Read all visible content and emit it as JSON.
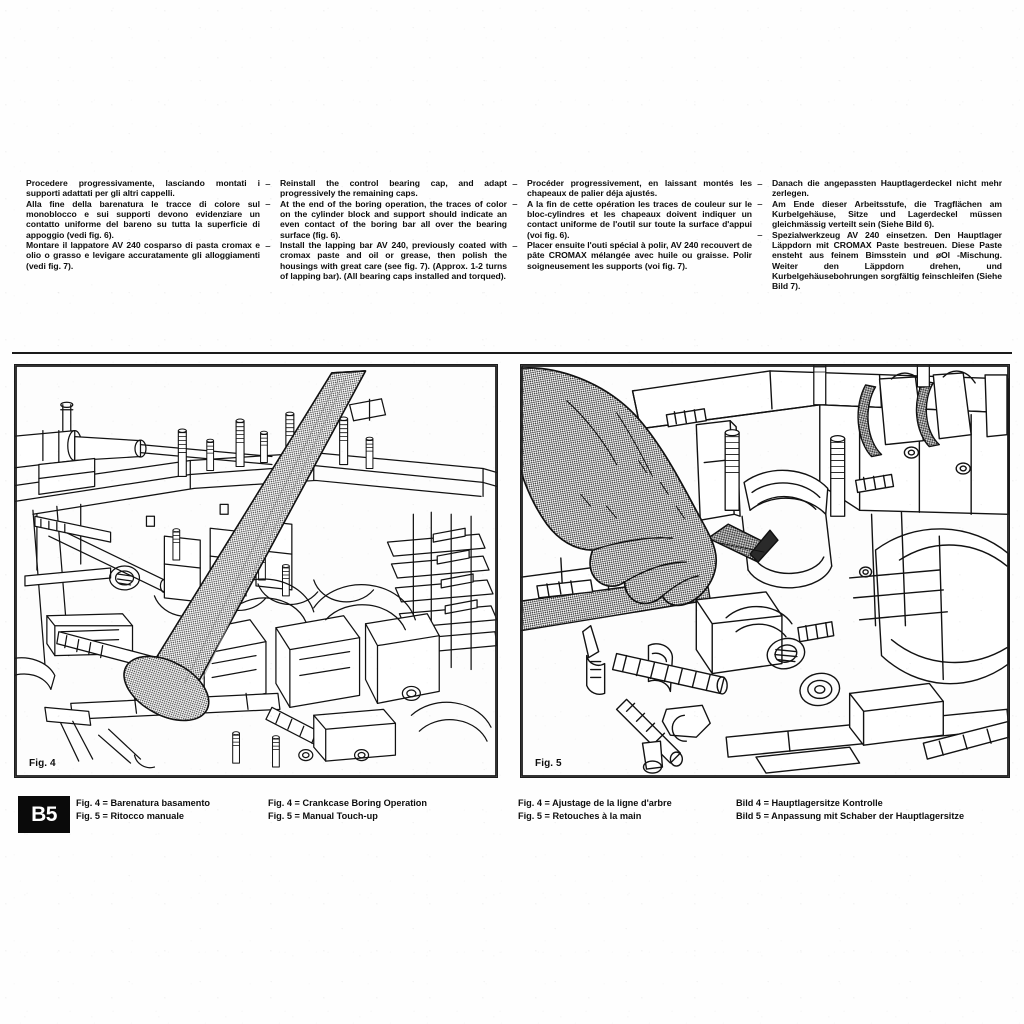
{
  "page": {
    "badge": "B5"
  },
  "instructions": {
    "italian": {
      "lang": "Italian",
      "paragraphs": [
        "Procedere progressivamente, lasciando montati i supporti adattati per gli altri cappelli.",
        "Alla fine della barenatura le tracce di colore sul monoblocco e sui supporti devono evidenziare un contatto uniforme del bareno su tutta la superficie di appoggio (vedi fig. 6).",
        "Montare il lappatore AV 240 cosparso di pasta cromax e olio o grasso e levigare accuratamente gli alloggiamenti (vedi fig. 7)."
      ]
    },
    "english": {
      "lang": "English",
      "marker": "–",
      "paragraphs": [
        "Reinstall the control bearing cap, and adapt progressively the remaining caps.",
        "At the end of the boring operation, the traces of color on the cylinder block and support should indicate an even contact of the boring bar all over the bearing surface (fig. 6).",
        "Install the lapping bar AV 240, previously coated with cromax paste and oil or grease, then polish the housings with great care (see fig. 7). (Approx. 1-2 turns of lapping bar). (All bearing caps installed and torqued)."
      ]
    },
    "french": {
      "lang": "French",
      "marker": "–",
      "paragraphs": [
        "Procéder progressivement, en laissant montés les chapeaux de palier déja ajustés.",
        "A la fin de cette opération les traces de couleur sur le bloc-cylindres et les chapeaux doivent indiquer un contact uniforme de l'outil sur toute la surface d'appui (voi fig. 6).",
        "Placer ensuite l'outi spécial à polir, AV 240 recouvert de pâte CROMAX mélangée avec huile ou graisse. Polir soigneusement les supports (voi fig. 7)."
      ]
    },
    "german": {
      "lang": "German",
      "marker": "–",
      "paragraphs": [
        "Danach die angepassten Hauptlagerdeckel nicht mehr zerlegen.",
        "Am Ende dieser Arbeitsstufe, die Tragflächen am Kurbelgehäuse, Sitze und Lagerdeckel müssen gleichmässig verteilt sein (Siehe Bild 6).",
        "Spezialwerkzeug AV 240 einsetzen. Den Hauptlager Läppdorn mit CROMAX Paste bestreuen. Diese Paste ensteht aus feinem Bimsstein und øOl -Mischung. Weiter den Läppdorn drehen, und Kurbelgehäusebohrungen sorgfältig feinschleifen (Siehe Bild 7)."
      ]
    }
  },
  "figures": {
    "left": {
      "label": "Fig. 4",
      "subject": "crankcase-boring-operation"
    },
    "right": {
      "label": "Fig. 5",
      "subject": "manual-touch-up-scraping"
    }
  },
  "captions": {
    "italian": {
      "fig4": "Fig. 4 = Barenatura basamento",
      "fig5": "Fig. 5 = Ritocco manuale"
    },
    "english": {
      "fig4": "Fig. 4 = Crankcase Boring Operation",
      "fig5": "Fig. 5 = Manual Touch-up"
    },
    "french": {
      "fig4": "Fig. 4 = Ajustage de la ligne d'arbre",
      "fig5": "Fig. 5 = Retouches à la main"
    },
    "german": {
      "fig4": "Bild 4 = Hauptlagersitze Kontrolle",
      "fig5": "Bild 5 = Anpassung mit Schaber der Hauptlagersitze"
    }
  },
  "colors": {
    "ink": "#0d0d0d",
    "paper": "#fefefe",
    "badge_bg": "#0a0a0a",
    "badge_fg": "#ffffff",
    "hatch": "#7d7d7d"
  }
}
